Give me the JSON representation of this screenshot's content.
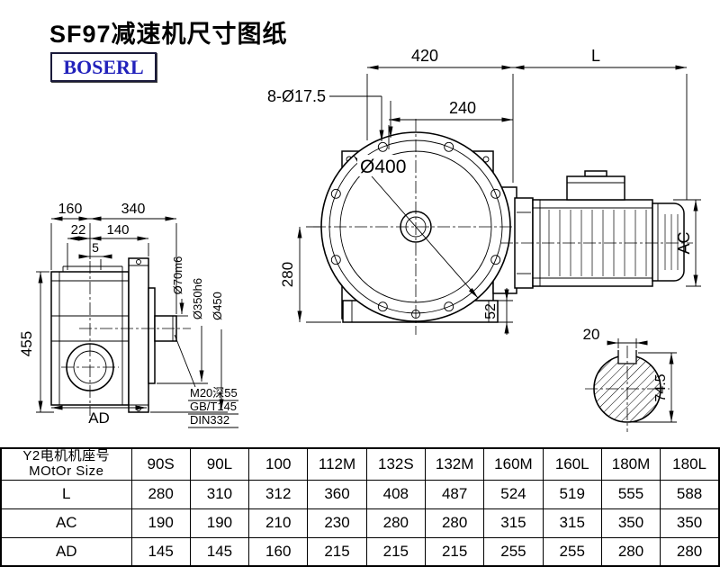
{
  "page": {
    "title": "SF97减速机尺寸图纸",
    "logo": "BOSERL"
  },
  "dims": {
    "top_width": "420",
    "motor_length": "L",
    "bolt_holes": "8-Ø17.5",
    "flange_offset": "240",
    "flange_diameter": "Ø400",
    "rear_to_center": "160",
    "center_to_shaft": "340",
    "dim_22": "22",
    "dim_140": "140",
    "dim_5": "5",
    "overall_height": "455",
    "label_ad": "AD",
    "shaft_diameter": "Ø70m6",
    "spigot_diameter": "Ø350h6",
    "flange_outer_diameter": "Ø450",
    "center_height": "280",
    "base_height": "52",
    "motor_diameter": "AC",
    "key_width": "20",
    "shaft_key_height": "74.5",
    "tap_note_line1": "M20深55",
    "tap_note_line2": "GB/T145",
    "tap_note_line3": "DIN332"
  },
  "table": {
    "header_cn": "Y2电机机座号",
    "header_en": "MOtOr Size",
    "columns": [
      "90S",
      "90L",
      "100",
      "112M",
      "132S",
      "132M",
      "160M",
      "160L",
      "180M",
      "180L"
    ],
    "rows": [
      {
        "label": "L",
        "values": [
          "280",
          "310",
          "312",
          "360",
          "408",
          "487",
          "524",
          "519",
          "555",
          "588"
        ]
      },
      {
        "label": "AC",
        "values": [
          "190",
          "190",
          "210",
          "230",
          "280",
          "280",
          "315",
          "315",
          "350",
          "350"
        ]
      },
      {
        "label": "AD",
        "values": [
          "145",
          "145",
          "160",
          "215",
          "215",
          "215",
          "255",
          "255",
          "280",
          "280"
        ]
      }
    ]
  }
}
